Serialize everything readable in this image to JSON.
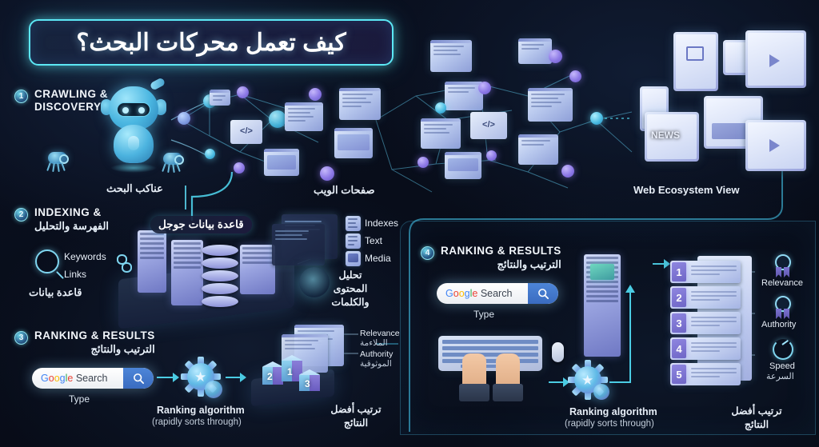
{
  "title": {
    "text": "كيف تعمل محركات البحث؟"
  },
  "steps": [
    {
      "num": "1",
      "en": "CRAWLING &\nDISCOVERY",
      "en_line1": "CRAWLING &",
      "en_line2": "DISCOVERY",
      "ar": ""
    },
    {
      "num": "2",
      "en_line1": "INDEXING &",
      "en_line2": "",
      "ar": "الفهرسة والتحليل"
    },
    {
      "num": "3",
      "en_line1": "RANKING & RESULTS",
      "en_line2": "",
      "ar": "الترتيب والنتائج"
    },
    {
      "num": "4",
      "en_line1": "RANKING & RESULTS",
      "en_line2": "",
      "ar": "الترتيب والنتائج"
    }
  ],
  "labels": {
    "spiders": "عناكب البحث",
    "web_pages": "صفحات الويب",
    "web_ecosystem": "Web Ecosystem View",
    "google_database": "قاعدة بيانات جوجل",
    "database_ar": "قاعدة بيانات",
    "keywords": "Keywords",
    "links": "Links",
    "content_analysis": "تحليل المحتوى والكلمات",
    "indexes": "Indexes",
    "text": "Text",
    "media": "Media",
    "relevance_en": "Relevance",
    "relevance_ar": "الملاءمة",
    "authority_en": "Authority",
    "authority_ar": "الموثوقية",
    "speed_en": "Speed",
    "speed_ar": "السرعة",
    "ranking_algorithm": "Ranking algorithm",
    "ranking_algorithm_sub": "(rapidly sorts through)",
    "best_results_ar": "ترتيب أفضل النتائج",
    "news_badge": "NEWS",
    "code_glyph": "</>"
  },
  "search_boxes": [
    {
      "id": "left",
      "brand": [
        "G",
        "o",
        "o",
        "g",
        "l",
        "e"
      ],
      "query": "Search",
      "type_label": "Type"
    },
    {
      "id": "right",
      "brand": [
        "G",
        "o",
        "o",
        "g",
        "l",
        "e"
      ],
      "query": "Search",
      "type_label": "Type"
    }
  ],
  "results_list": {
    "items": [
      "1",
      "2",
      "3",
      "4",
      "5"
    ]
  },
  "podium": {
    "blocks": [
      "2",
      "1",
      "3"
    ]
  },
  "colors": {
    "background": "#080d1a",
    "accent_cyan": "#59d9ef",
    "accent_purple": "#8d79e6",
    "text_primary": "#f2f6fb",
    "google_blue": "#4285F4",
    "google_red": "#EA4335",
    "google_yellow": "#FBBC05",
    "google_green": "#34A853"
  }
}
